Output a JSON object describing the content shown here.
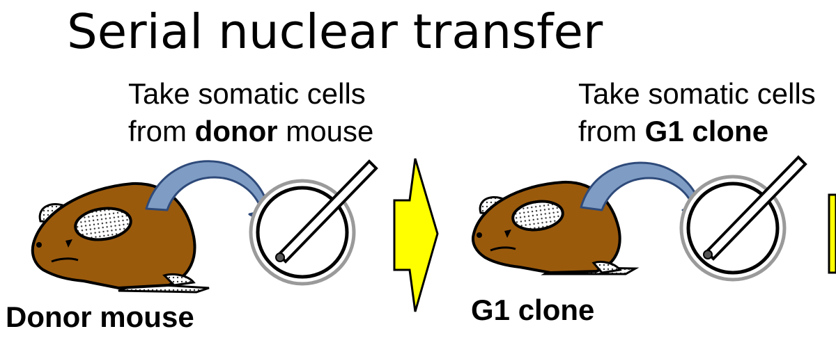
{
  "title": "Serial nuclear transfer",
  "step1": {
    "caption_line1": "Take somatic cells",
    "caption_line2_pre": "from ",
    "caption_line2_bold": "donor",
    "caption_line2_post": " mouse",
    "label": "Donor mouse"
  },
  "step2": {
    "caption_line1": "Take somatic cells",
    "caption_line2_pre": "from ",
    "caption_line2_bold": "G1 clone",
    "label": "G1 clone"
  },
  "colors": {
    "mouse_body": "#9a5a0c",
    "transfer_arrow": "#7f9dc4",
    "transfer_arrow_outline": "#2e4a7a",
    "step_arrow": "#ffff00",
    "outline": "#000000"
  },
  "icons": [
    "mouse-icon",
    "curved-arrow-icon",
    "egg-cell-icon",
    "micropipette-icon",
    "step-arrow-icon"
  ]
}
